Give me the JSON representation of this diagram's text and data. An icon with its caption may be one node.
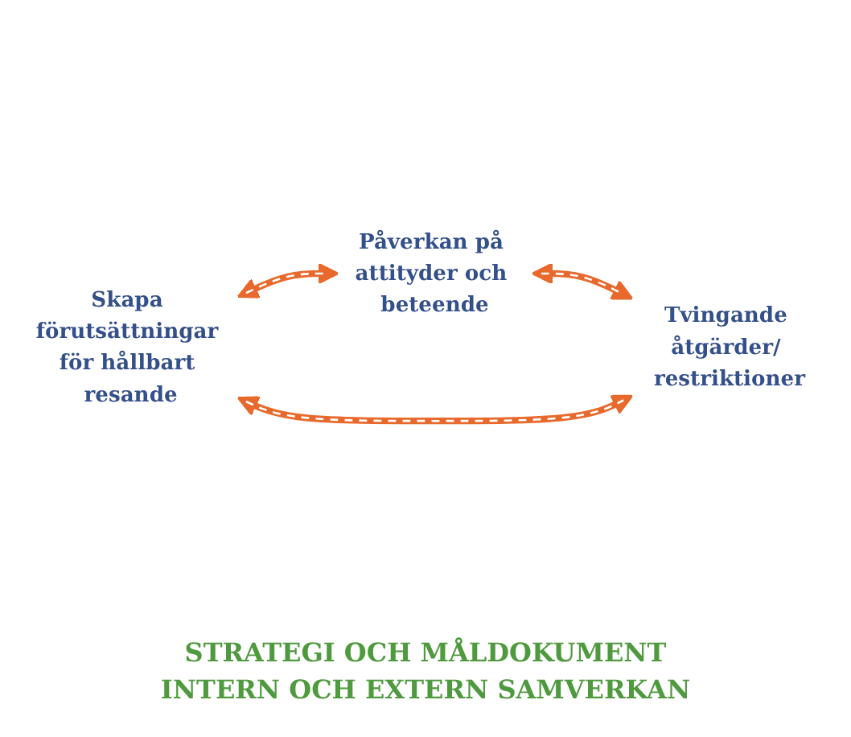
{
  "diagram": {
    "nodes": [
      {
        "text": [
          "Påverkan på attityder och beteende"
        ]
      },
      {
        "text": [
          "Skapa förutsättningar för hållbart resande"
        ]
      },
      {
        "text": [
          "Tvingande åtgärder/ restriktioner"
        ]
      }
    ],
    "edges": [
      {
        "from": 1,
        "to": 0,
        "arrow": "both"
      },
      {
        "from": 0,
        "to": 2,
        "arrow": "both"
      },
      {
        "from": 1,
        "to": 2,
        "arrow": "both"
      }
    ],
    "labels": [
      "STRATEGI OCH MÅLDOKUMENT",
      "INTERN OCH EXTERN SAMVERKAN"
    ]
  }
}
